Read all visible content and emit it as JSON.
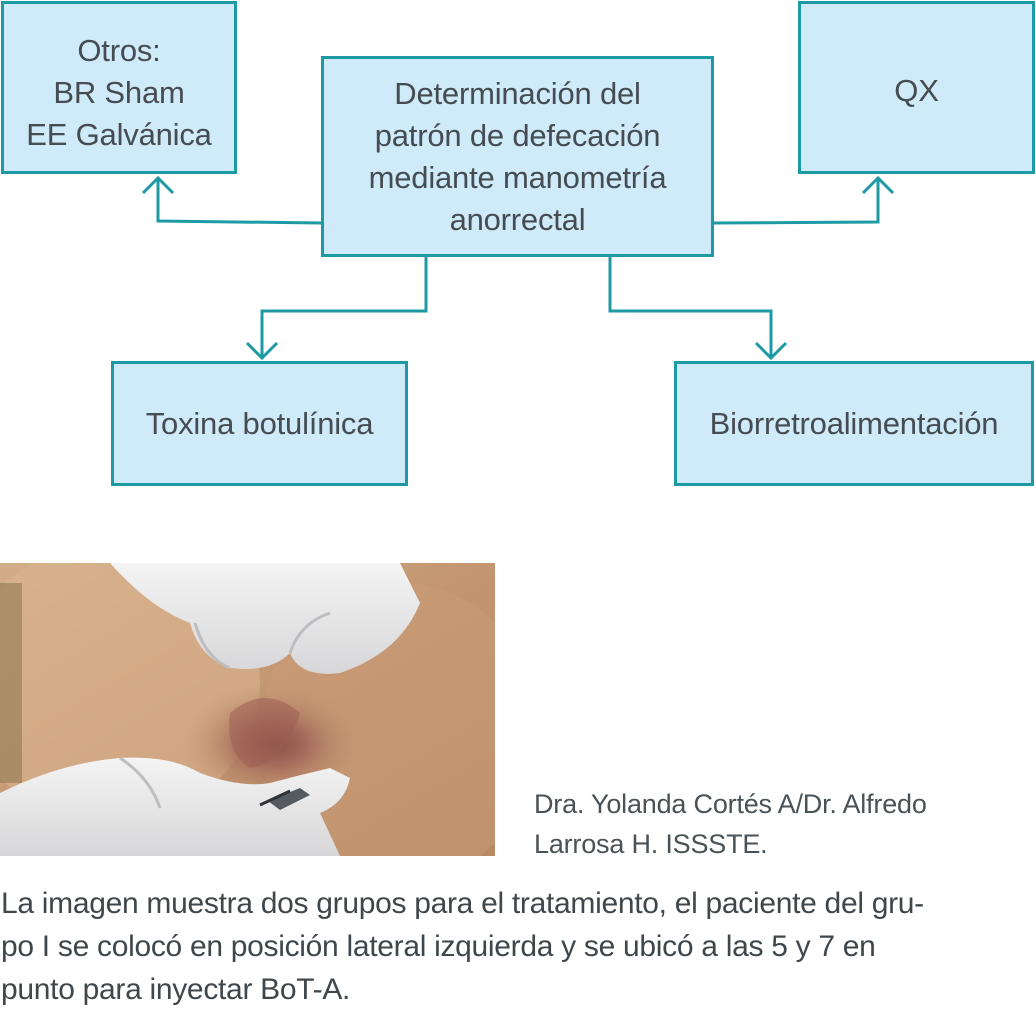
{
  "diagram": {
    "nodes": {
      "otros": {
        "lines": [
          "Otros:",
          "BR Sham",
          "EE Galvánica"
        ]
      },
      "center": {
        "lines": [
          "Determinación del",
          "patrón de defecación",
          "mediante manometría",
          "anorrectal"
        ]
      },
      "qx": {
        "lines": [
          "QX"
        ]
      },
      "toxina": {
        "lines": [
          "Toxina botulínica"
        ]
      },
      "bio": {
        "lines": [
          "Biorretroalimentación"
        ]
      }
    },
    "edges": [
      {
        "from": "center",
        "to": "otros"
      },
      {
        "from": "center",
        "to": "qx"
      },
      {
        "from": "center",
        "to": "toxina"
      },
      {
        "from": "center",
        "to": "bio"
      }
    ],
    "colors": {
      "box_fill": "#cfeaf8",
      "box_border": "#1e9aa5",
      "arrow": "#1e9aa5"
    }
  },
  "photo": {
    "credit_lines": [
      "Dra. Yolanda Cortés A/Dr. Alfredo",
      "Larrosa H. ISSSTE."
    ]
  },
  "caption": {
    "lines": [
      "La imagen muestra dos grupos para el tratamiento, el paciente del gru-",
      "po I se colocó en posición lateral izquierda y se ubicó a las 5 y 7 en",
      "punto para inyectar BoT-A."
    ]
  }
}
